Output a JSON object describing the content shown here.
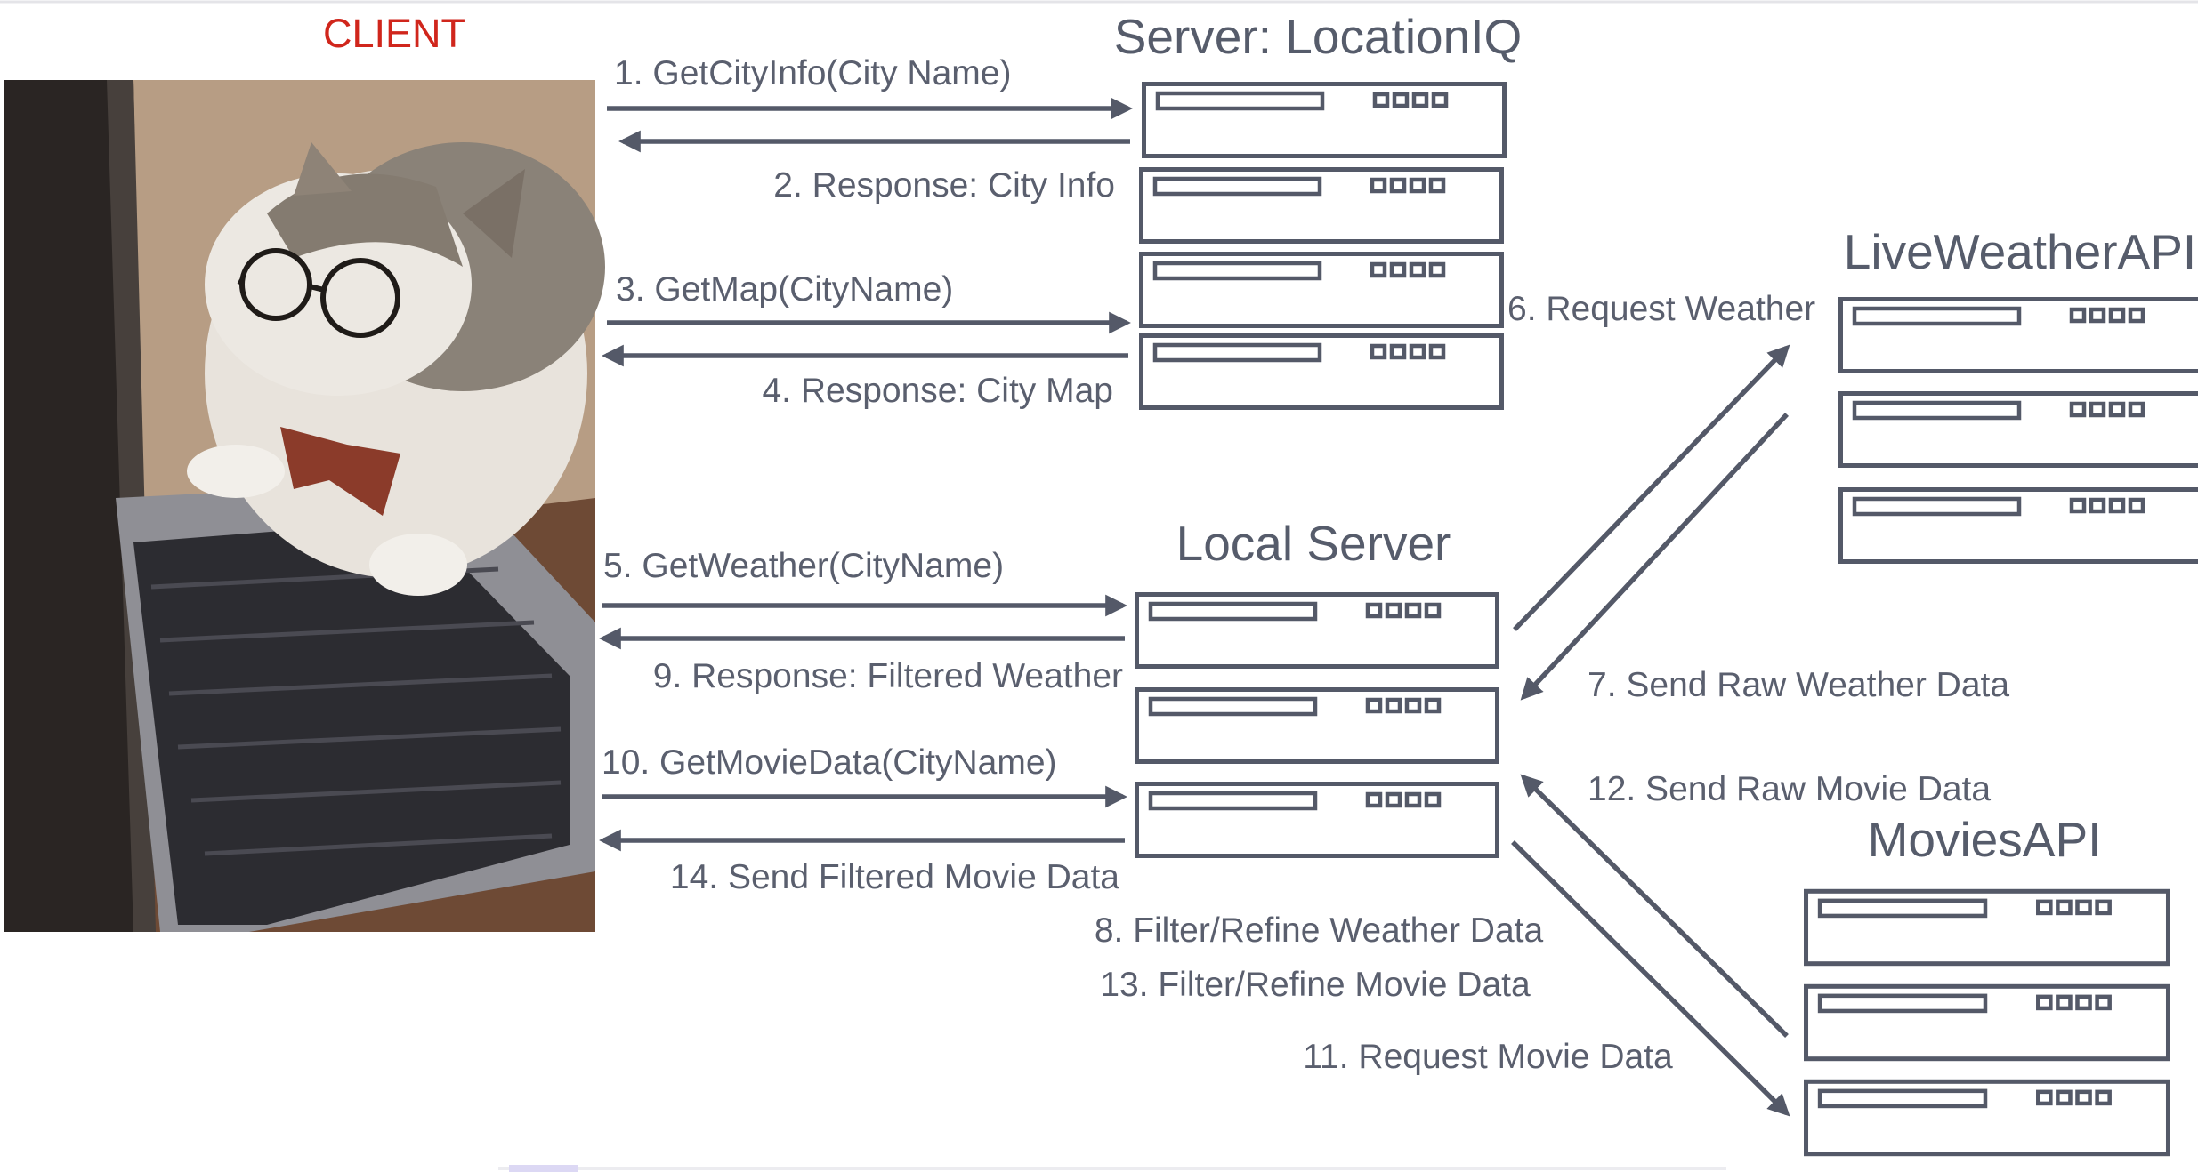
{
  "client": {
    "title": "CLIENT",
    "image": "cat-with-glasses-typing-on-laptop"
  },
  "servers": {
    "locationiq": {
      "title": "Server: LocationIQ"
    },
    "local": {
      "title": "Local Server"
    },
    "weather": {
      "title": "LiveWeatherAPI"
    },
    "movies": {
      "title": "MoviesAPI"
    }
  },
  "steps": {
    "s1": "1. GetCityInfo(City Name)",
    "s2": "2. Response: City Info",
    "s3": "3. GetMap(CityName)",
    "s4": "4. Response: City Map",
    "s5": "5. GetWeather(CityName)",
    "s6": "6. Request Weather",
    "s7": "7. Send Raw Weather Data",
    "s8": "8. Filter/Refine Weather Data",
    "s9": "9. Response: Filtered Weather",
    "s10": "10. GetMovieData(CityName)",
    "s11": "11. Request Movie Data",
    "s12": "12. Send Raw Movie Data",
    "s13": "13. Filter/Refine Movie Data",
    "s14": "14. Send Filtered Movie Data"
  },
  "colors": {
    "line": "#545968",
    "client_title": "#d0261c",
    "text": "#5a5f6e"
  }
}
